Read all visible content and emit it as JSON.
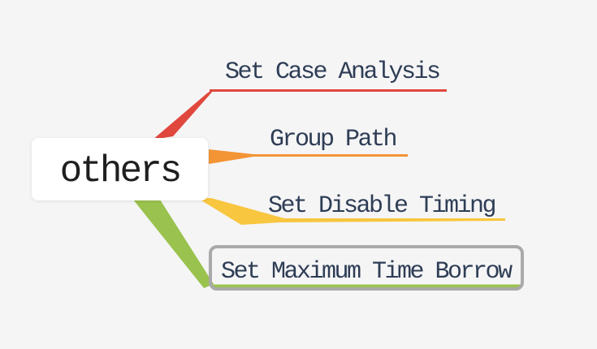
{
  "mindmap": {
    "root": {
      "label": "others"
    },
    "branches": [
      {
        "label": "Set Case Analysis",
        "color": "#e0483d",
        "selected": false
      },
      {
        "label": "Group Path",
        "color": "#f39435",
        "selected": false
      },
      {
        "label": "Set Disable Timing",
        "color": "#f8c63f",
        "selected": false
      },
      {
        "label": "Set Maximum Time Borrow",
        "color": "#9ac24e",
        "selected": true
      }
    ]
  },
  "colors": {
    "background": "#f5f5f6",
    "root_bg": "#ffffff",
    "root_text": "#1f1f1f",
    "branch_text": "#2e3d55",
    "selection_border": "#a9a9a9"
  }
}
